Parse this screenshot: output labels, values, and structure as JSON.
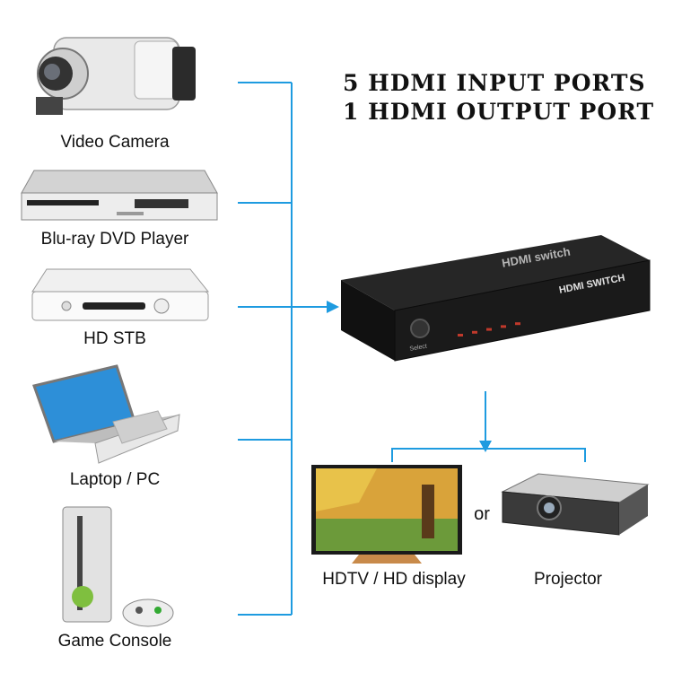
{
  "headline": {
    "line1": "5 HDMI INPUT PORTS",
    "line2": "1 HDMI OUTPUT PORT"
  },
  "inputs": [
    {
      "label": "Video Camera",
      "icon": "video-camera-icon"
    },
    {
      "label": "Blu-ray DVD Player",
      "icon": "bluray-player-icon"
    },
    {
      "label": "HD STB",
      "icon": "set-top-box-icon"
    },
    {
      "label": "Laptop / PC",
      "icon": "laptop-icon"
    },
    {
      "label": "Game Console",
      "icon": "game-console-icon"
    }
  ],
  "device": {
    "front_text": "HDMI SWITCH",
    "top_text": "HDMI switch",
    "button_label": "Select",
    "port_count": 5
  },
  "outputs": {
    "tv_label": "HDTV / HD display",
    "or_text": "or",
    "projector_label": "Projector"
  },
  "colors": {
    "connector": "#1e9be0",
    "device_body": "#1a1a1a"
  }
}
